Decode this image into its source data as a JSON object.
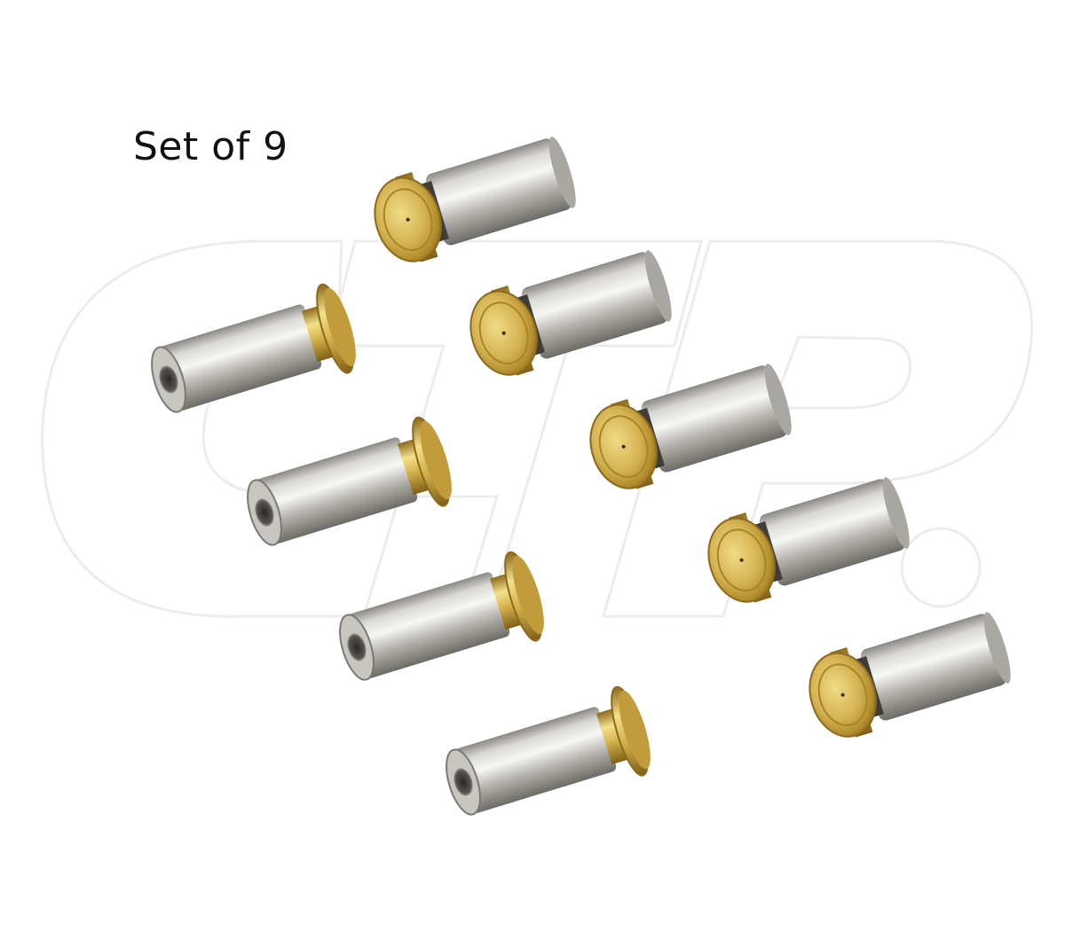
{
  "caption": "Set of 9",
  "watermark": {
    "text": "CTP",
    "mark": "®"
  },
  "product": {
    "name": "piston-pin",
    "count": 9
  },
  "colors": {
    "steel_light": "#f2f2f2",
    "steel_mid": "#b3b1ad",
    "steel_dark": "#6d6b66",
    "brass_light": "#f3e08a",
    "brass_mid": "#c9a440",
    "brass_dark": "#8c6a1c",
    "watermark_stroke": "#eeeeee"
  }
}
